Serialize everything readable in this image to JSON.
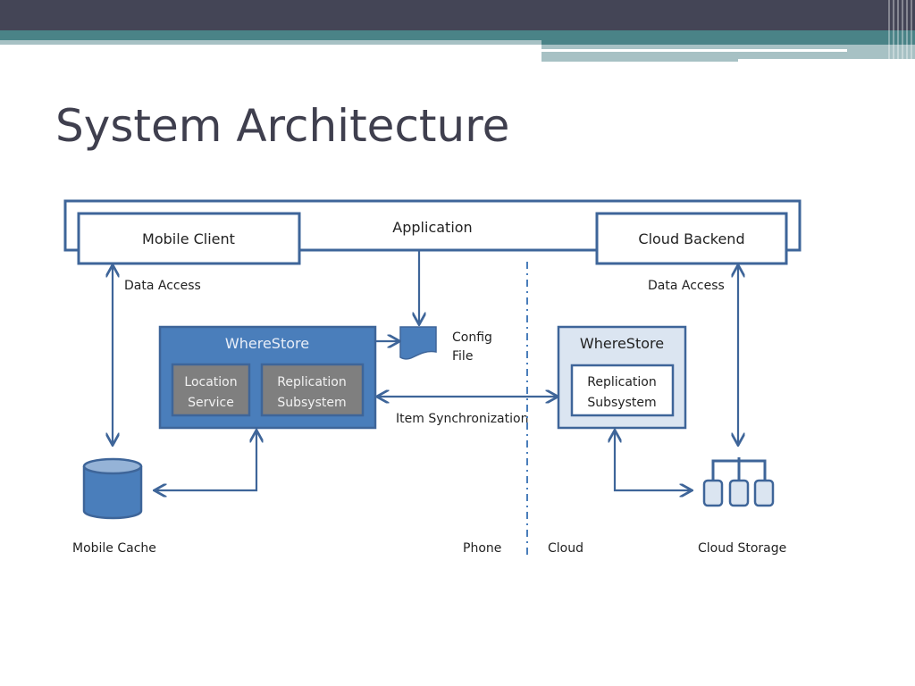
{
  "slide": {
    "title": "System Architecture"
  },
  "theme": {
    "header_color": "#444556",
    "accent_teal": "#4a8387",
    "accent_light": "#a7c1c4",
    "line_color": "#3e6599",
    "box_blue": "#4a7ebb",
    "box_gray": "#7f7f7f",
    "box_light": "#dbe5f1"
  },
  "diagram": {
    "application_label": "Application",
    "mobile_client_label": "Mobile Client",
    "cloud_backend_label": "Cloud Backend",
    "data_access_left": "Data Access",
    "data_access_right": "Data Access",
    "config_file_line1": "Config",
    "config_file_line2": "File",
    "wherestore_phone": {
      "title": "WhereStore",
      "location_service_line1": "Location",
      "location_service_line2": "Service",
      "replication_line1": "Replication",
      "replication_line2": "Subsystem"
    },
    "wherestore_cloud": {
      "title": "WhereStore",
      "replication_line1": "Replication",
      "replication_line2": "Subsystem"
    },
    "item_sync_label": "Item Synchronization",
    "mobile_cache_label": "Mobile Cache",
    "phone_label": "Phone",
    "cloud_label": "Cloud",
    "cloud_storage_label": "Cloud Storage"
  }
}
